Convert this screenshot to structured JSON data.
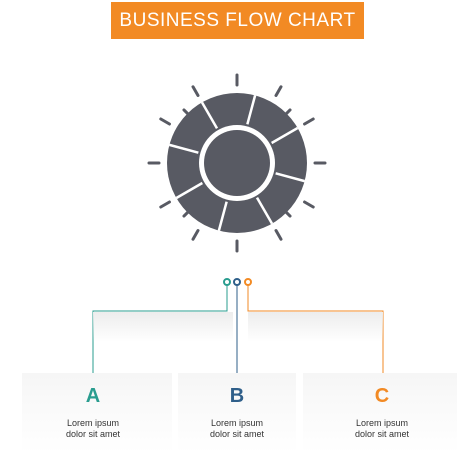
{
  "title": "BUSINESS FLOW CHART",
  "colors": {
    "orange": "#f28a24",
    "teal": "#2a9d8f",
    "blue": "#2f5f8a",
    "icon_gray": "#585a63"
  },
  "icon": "lifebuoy-sun-icon",
  "steps": [
    {
      "letter": "A",
      "line1": "Lorem ipsum",
      "line2": "dolor sit amet",
      "color": "#2a9d8f"
    },
    {
      "letter": "B",
      "line1": "Lorem ipsum",
      "line2": "dolor sit amet",
      "color": "#2f5f8a"
    },
    {
      "letter": "C",
      "line1": "Lorem ipsum",
      "line2": "dolor sit amet",
      "color": "#f28a24"
    }
  ]
}
